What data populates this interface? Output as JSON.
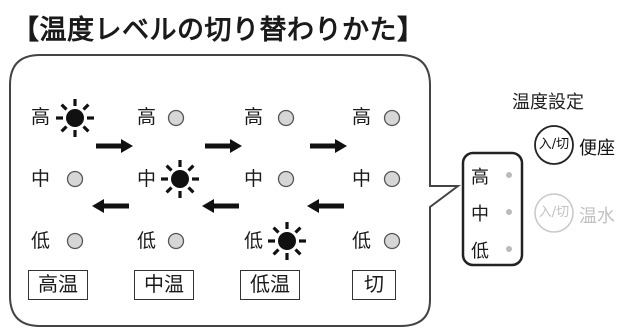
{
  "title": "【温度レベルの切り替わりかた】",
  "levels": {
    "high": "高",
    "mid": "中",
    "low": "低"
  },
  "columns": [
    {
      "mode": "高温",
      "active_level": "high"
    },
    {
      "mode": "中温",
      "active_level": "mid"
    },
    {
      "mode": "低温",
      "active_level": "low"
    },
    {
      "mode": "切",
      "active_level": "none"
    }
  ],
  "panel": {
    "title": "温度設定",
    "levels": [
      "高",
      "中",
      "低"
    ],
    "buttons": [
      {
        "icon_text": "入/切",
        "label": "便座",
        "state": "active"
      },
      {
        "icon_text": "入/切",
        "label": "温水",
        "state": "faded"
      }
    ]
  },
  "colors": {
    "ink": "#1a1a1a",
    "indicator_off": "#c8c8c8",
    "indicator_lit": "#111111",
    "faded": "#bdbdbd"
  }
}
